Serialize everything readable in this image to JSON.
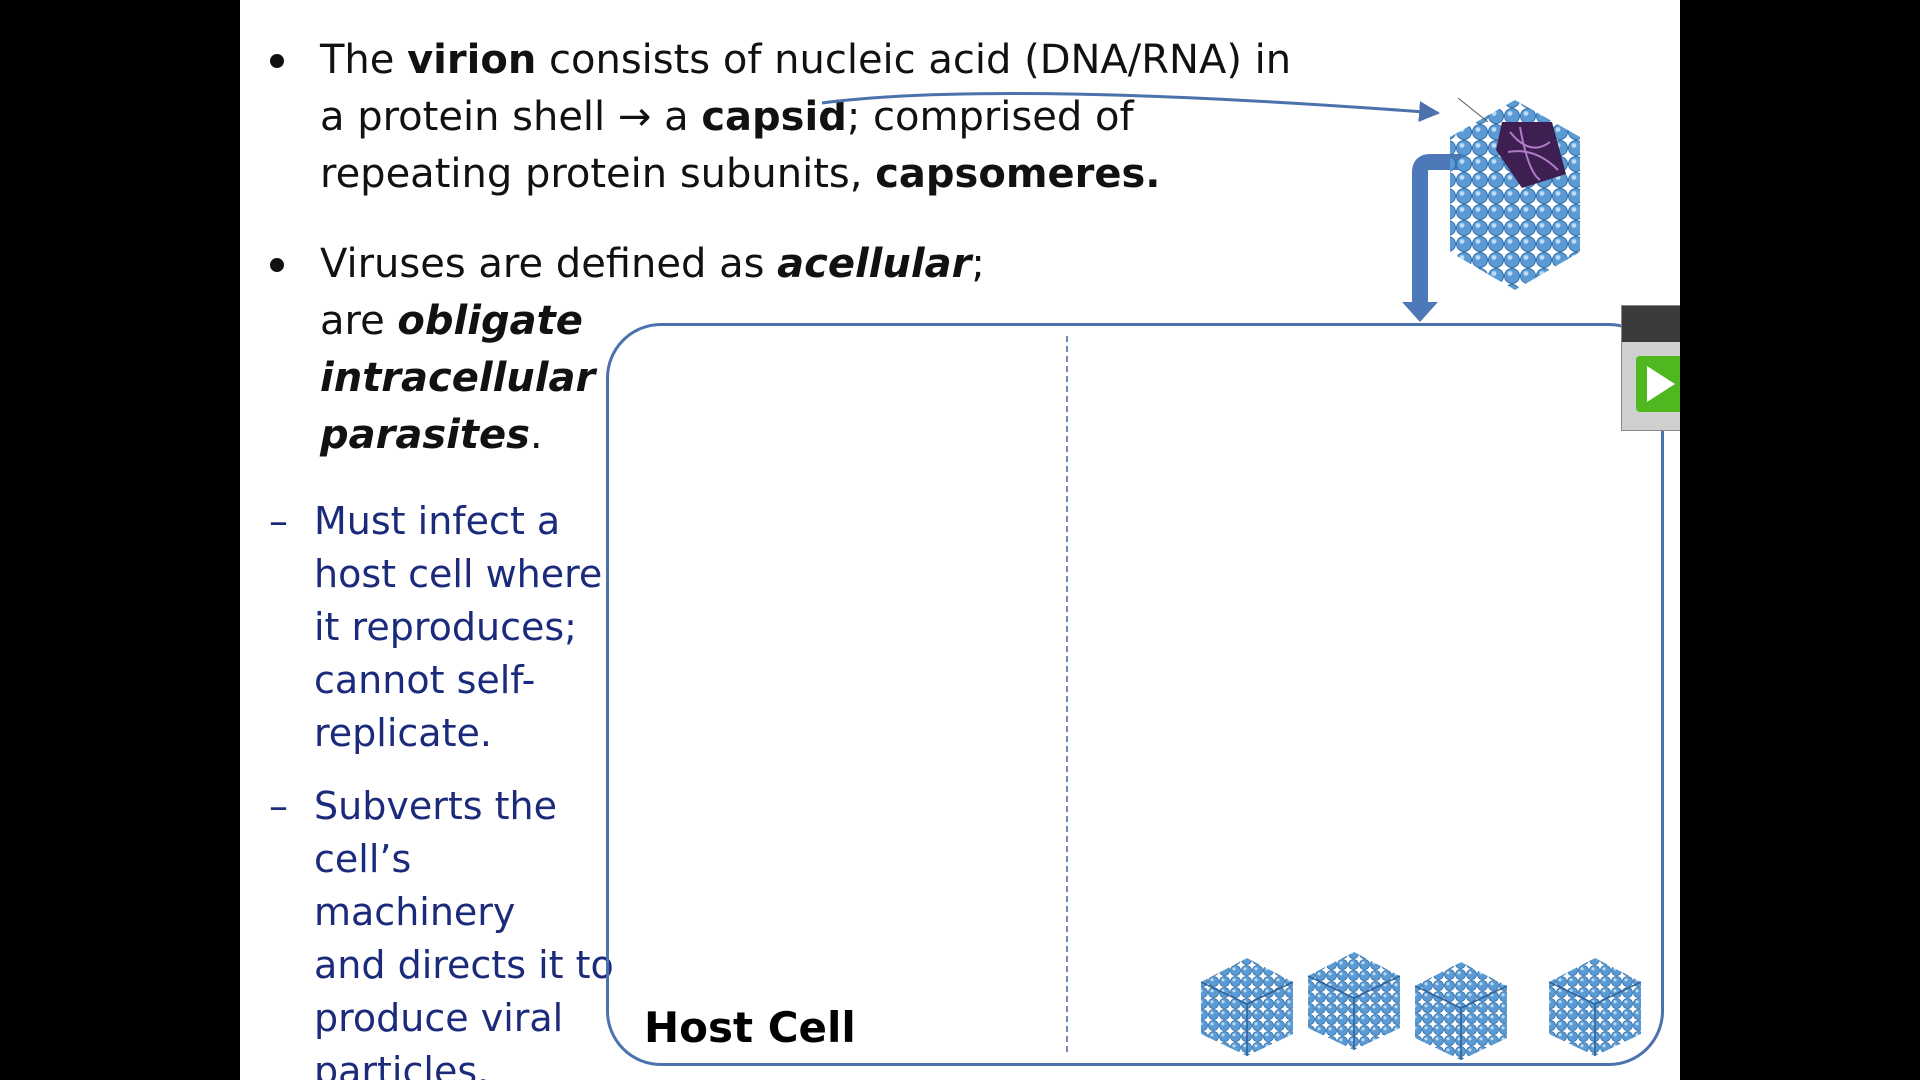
{
  "slide": {
    "bullet1": {
      "t1": "The ",
      "t2": "virion",
      "t3": " consists of nucleic acid (DNA/RNA) in",
      "t4": "a protein shell ",
      "t5": "→",
      "t6": " a ",
      "t7": "capsid",
      "t8": "; comprised of",
      "t9": "repeating protein subunits, ",
      "t10": "capsomeres."
    },
    "bullet2": {
      "t1": "Viruses are defined as ",
      "t2": "acellular",
      "t3": ";",
      "t4": "are ",
      "t5": "obligate",
      "t6": "intracellular",
      "t7": "parasites",
      "t8": "."
    },
    "sub1": {
      "dash": "–",
      "l1": "Must infect a",
      "l2": "host cell where",
      "l3": "it reproduces;",
      "l4": "cannot self-",
      "l5": "replicate."
    },
    "sub2": {
      "dash": "–",
      "l1": "Subverts the",
      "l2": "cell’s machinery",
      "l3": "and directs it to",
      "l4": "produce viral",
      "l5": "particles."
    },
    "host_cell_label": "Host Cell"
  },
  "colors": {
    "background": "#000000",
    "slide": "#ffffff",
    "sub_text": "#1b2a7a",
    "box_border": "#4b72ad",
    "virus": "#5b9bd5",
    "play_green": "#4fb81f"
  },
  "icons": {
    "play": "play-icon",
    "virus": "virus-capsid-icon"
  }
}
